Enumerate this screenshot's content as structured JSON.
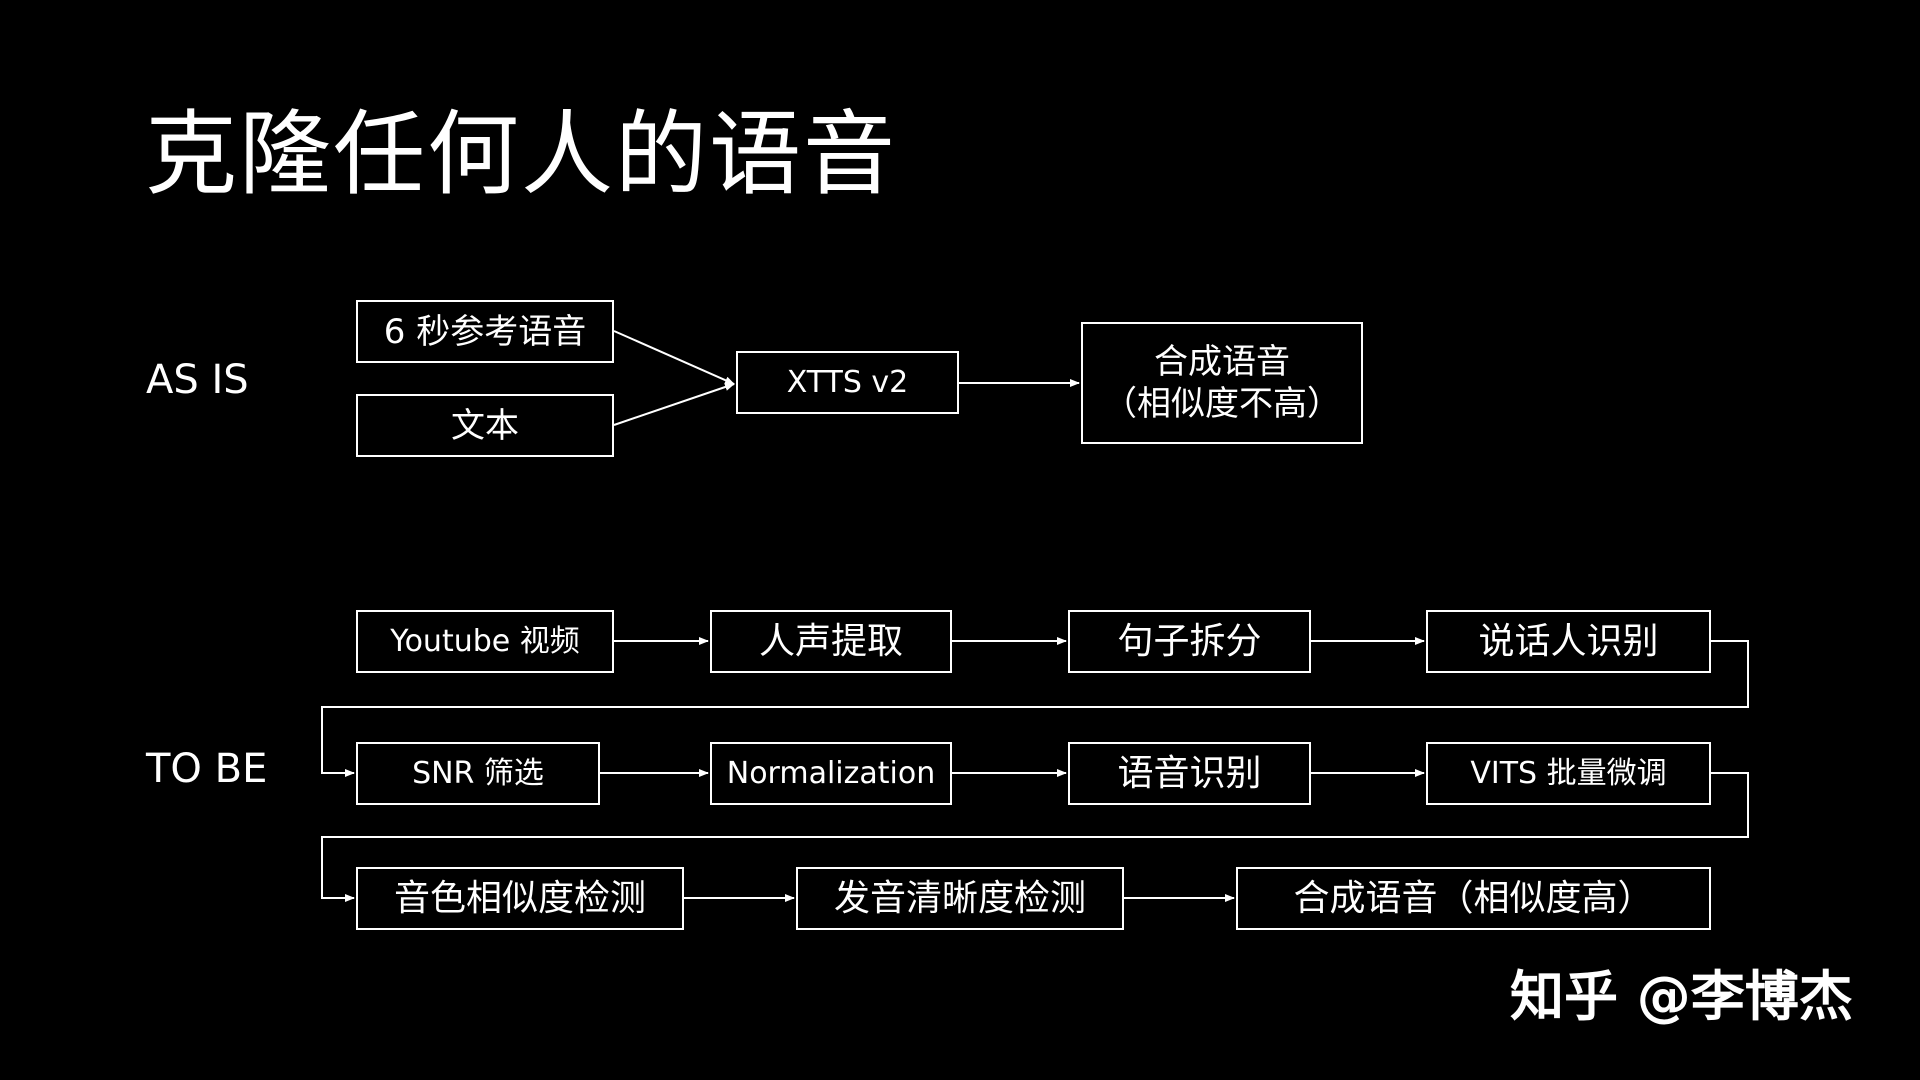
{
  "title": "克隆任何人的语音",
  "as_is": {
    "label": "AS IS",
    "ref_audio": "6 秒参考语音",
    "text_input": "文本",
    "model": "XTTS v2",
    "output_line1": "合成语音",
    "output_line2": "（相似度不高）"
  },
  "to_be": {
    "label": "TO BE",
    "steps": [
      "Youtube 视频",
      "人声提取",
      "句子拆分",
      "说话人识别",
      "SNR 筛选",
      "Normalization",
      "语音识别",
      "VITS 批量微调",
      "音色相似度检测",
      "发音清晰度检测",
      "合成语音（相似度高）"
    ]
  },
  "watermark": "知乎 @李博杰",
  "colors": {
    "background": "#000000",
    "foreground": "#ffffff"
  }
}
